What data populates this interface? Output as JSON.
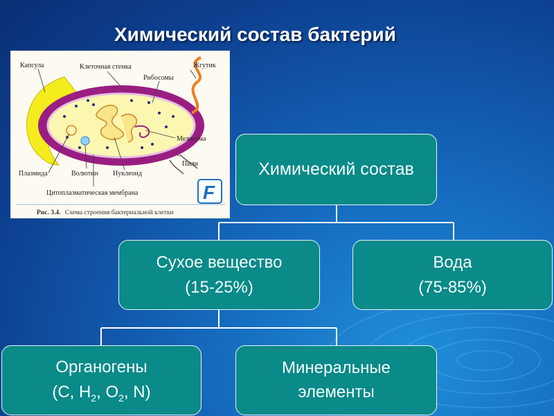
{
  "title": "Химический состав бактерий",
  "diagram": {
    "labels": {
      "capsule": "Капсула",
      "cell_wall": "Клеточная стенка",
      "flagellum": "Жгутик",
      "ribosomes": "Рибосомы",
      "mesosome": "Мезосома",
      "pili": "Пили",
      "plasmid": "Плазмида",
      "volutin": "Волютин",
      "nucleoid": "Нуклеоид",
      "cytoplasmic_membrane": "Цитоплазматическая мембрана"
    },
    "caption_num": "Рис. 3.4.",
    "caption_text": "Схема строения бактериальной клетки",
    "logo": "F"
  },
  "tree": {
    "root": "Химический состав",
    "dry": {
      "name": "Сухое вещество",
      "range": "(15-25%)"
    },
    "water": {
      "name": "Вода",
      "range": "(75-85%)"
    },
    "organogens": {
      "name": "Органогены",
      "formula": [
        "(C, H",
        "2",
        ", O",
        "2",
        ", N)"
      ]
    },
    "minerals": {
      "line1": "Минеральные",
      "line2": "элементы"
    }
  },
  "colors": {
    "background": "#1569bd",
    "box_fill": "#0a8a88",
    "connector": "#ffffff",
    "capsule": "#f4ec1c",
    "cell_wall": "#9a1e82",
    "cytoplasm": "#fbf7b0",
    "flagellum": "#ef7d1c"
  }
}
